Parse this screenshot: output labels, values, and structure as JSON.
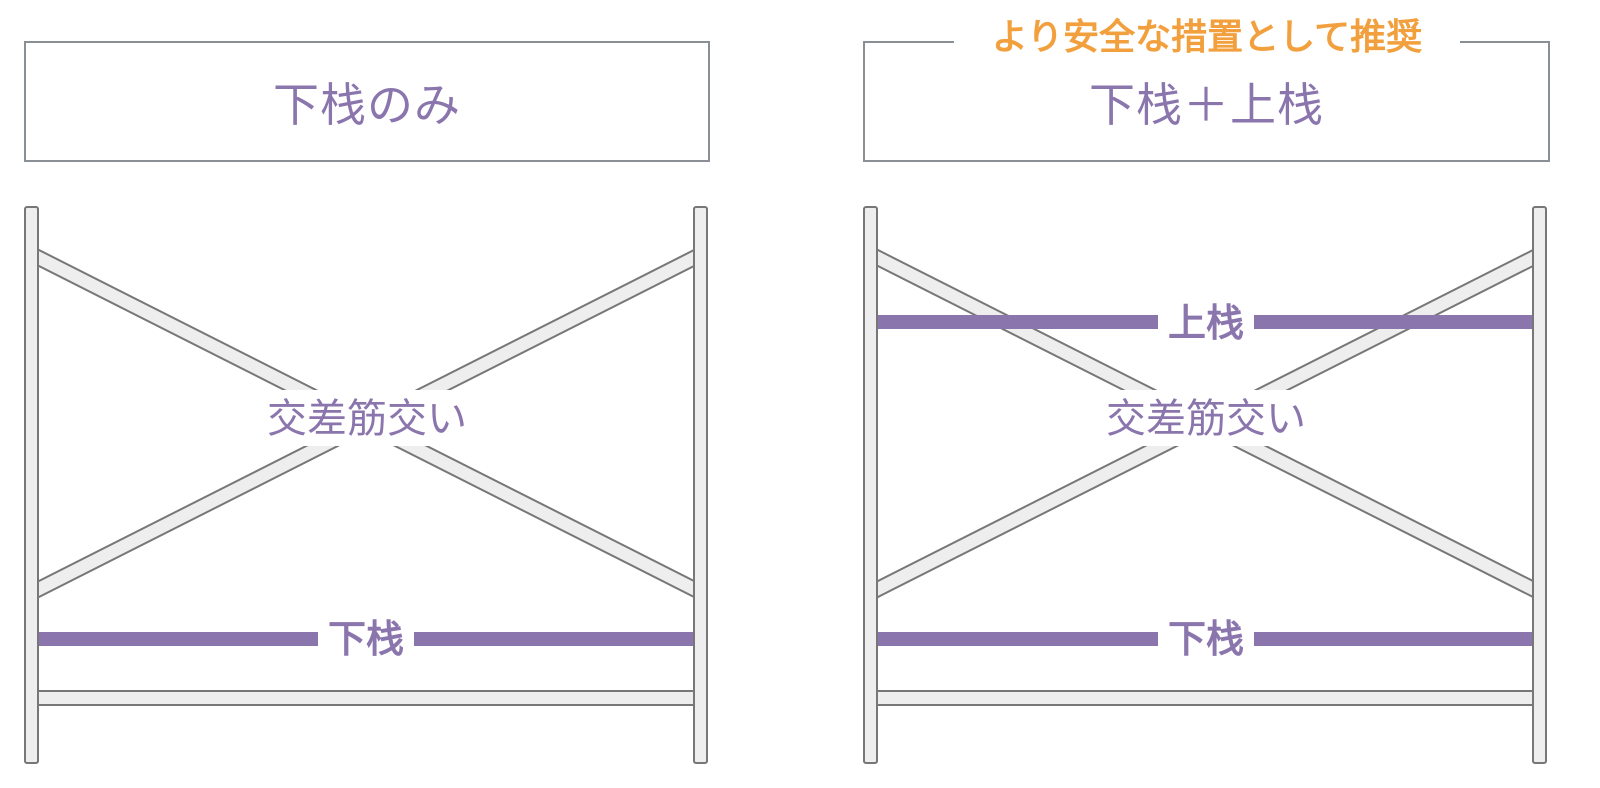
{
  "panels": [
    {
      "title": "下栈のみ",
      "brace_label": "交差筋交い",
      "lower_rail_label": "下栈"
    },
    {
      "title": "下栈＋上栈",
      "badge": "より安全な措置として推奨",
      "brace_label": "交差筋交い",
      "upper_rail_label": "上栈",
      "lower_rail_label": "下栈"
    }
  ],
  "colors": {
    "accent_purple": "#8a75ad",
    "badge_orange": "#f2a03d",
    "frame_gray": "#777777",
    "frame_fill": "#eeeeee",
    "box_border": "#8a8f96"
  }
}
